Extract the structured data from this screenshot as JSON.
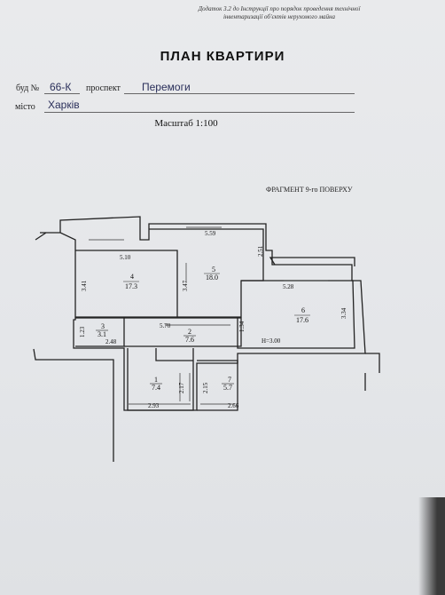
{
  "header_note": {
    "line1": "Додаток 3.2 до Інструкції про порядок проведення технічної",
    "line2": "інвентаризації об'єктів нерухомого майна"
  },
  "title": "ПЛАН КВАРТИРИ",
  "fields": {
    "building_label": "буд №",
    "building_value": "66-К",
    "street_type": "проспект",
    "street_value": "Перемоги",
    "city_label": "місто",
    "city_value": "Харків"
  },
  "scale": "Масштаб 1:100",
  "fragment": "ФРАГМЕНТ  9-го ПОВЕРХУ",
  "height_note": "H=3.00",
  "rooms": [
    {
      "number": "1",
      "area": "7.4"
    },
    {
      "number": "2",
      "area": "7.6"
    },
    {
      "number": "3",
      "area": "3.1"
    },
    {
      "number": "4",
      "area": "17.3"
    },
    {
      "number": "5",
      "area": "18.0"
    },
    {
      "number": "6",
      "area": "17.6"
    },
    {
      "number": "7",
      "area": "5.7"
    }
  ],
  "dimensions": {
    "d559": "5.59",
    "d510": "5.10",
    "d251": "2.51",
    "d341": "3.41",
    "d347": "3.47",
    "d528": "5.28",
    "d334": "3.34",
    "d570": "5.70",
    "d123": "1.23",
    "d248": "2.48",
    "d134": "1.34",
    "d217": "2.17",
    "d215": "2.15",
    "d293": "2.93",
    "d266": "2.66"
  }
}
